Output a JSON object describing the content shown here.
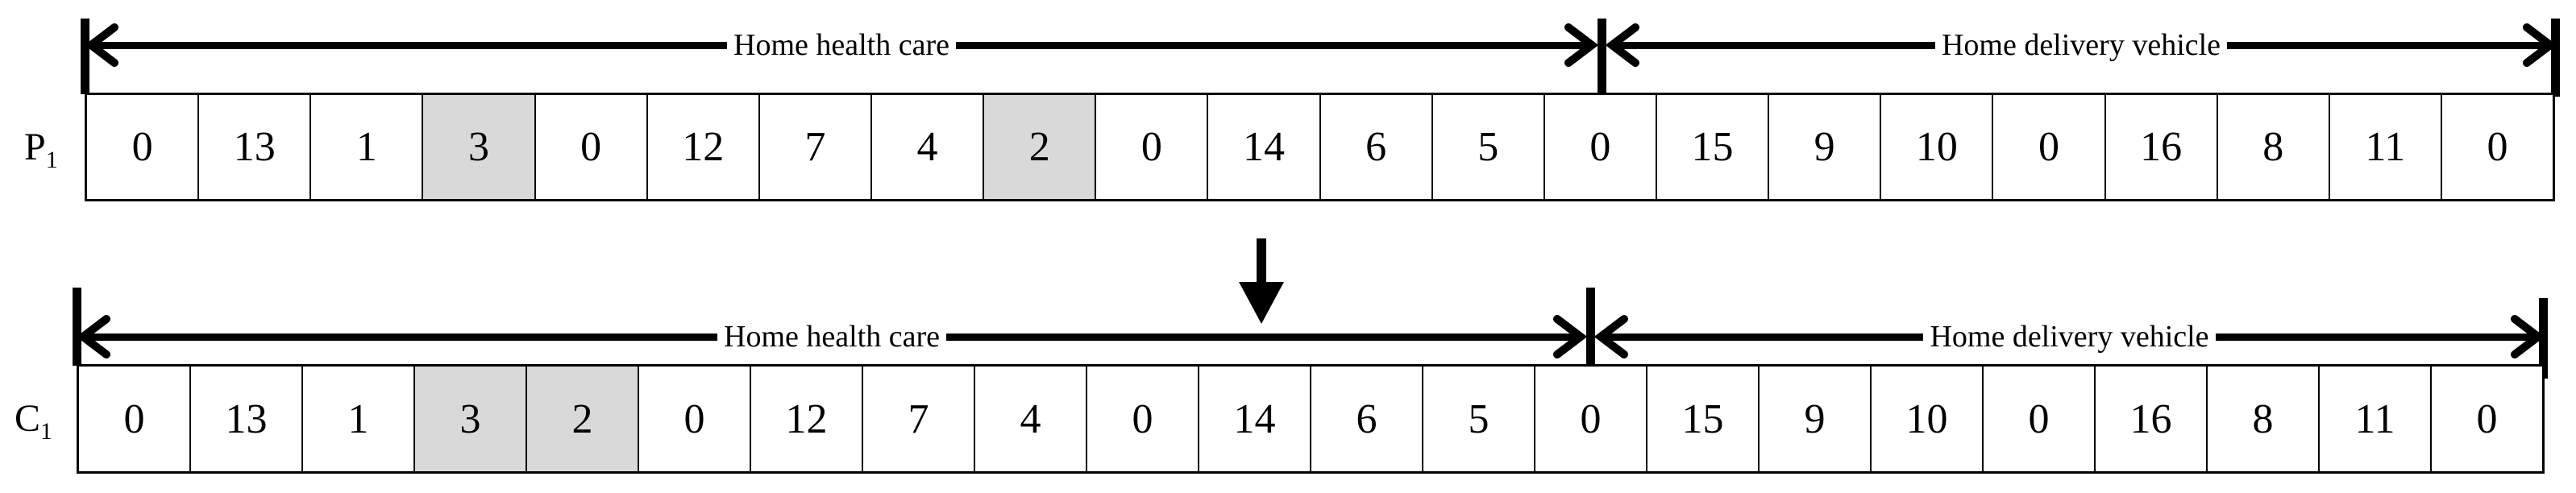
{
  "figure": {
    "rows": [
      {
        "label": "P",
        "label_sub": "1",
        "left_span_label": "Home health care",
        "right_span_label": "Home delivery vehicle",
        "cells": [
          {
            "value": "0",
            "shaded": false
          },
          {
            "value": "13",
            "shaded": false
          },
          {
            "value": "1",
            "shaded": false
          },
          {
            "value": "3",
            "shaded": true
          },
          {
            "value": "0",
            "shaded": false
          },
          {
            "value": "12",
            "shaded": false
          },
          {
            "value": "7",
            "shaded": false
          },
          {
            "value": "4",
            "shaded": false
          },
          {
            "value": "2",
            "shaded": true
          },
          {
            "value": "0",
            "shaded": false
          },
          {
            "value": "14",
            "shaded": false
          },
          {
            "value": "6",
            "shaded": false
          },
          {
            "value": "5",
            "shaded": false
          },
          {
            "value": "0",
            "shaded": false
          },
          {
            "value": "15",
            "shaded": false
          },
          {
            "value": "9",
            "shaded": false
          },
          {
            "value": "10",
            "shaded": false
          },
          {
            "value": "0",
            "shaded": false
          },
          {
            "value": "16",
            "shaded": false
          },
          {
            "value": "8",
            "shaded": false
          },
          {
            "value": "11",
            "shaded": false
          },
          {
            "value": "0",
            "shaded": false
          }
        ]
      },
      {
        "label": "C",
        "label_sub": "1",
        "left_span_label": "Home health care",
        "right_span_label": "Home delivery vehicle",
        "cells": [
          {
            "value": "0",
            "shaded": false
          },
          {
            "value": "13",
            "shaded": false
          },
          {
            "value": "1",
            "shaded": false
          },
          {
            "value": "3",
            "shaded": true
          },
          {
            "value": "2",
            "shaded": true
          },
          {
            "value": "0",
            "shaded": false
          },
          {
            "value": "12",
            "shaded": false
          },
          {
            "value": "7",
            "shaded": false
          },
          {
            "value": "4",
            "shaded": false
          },
          {
            "value": "0",
            "shaded": false
          },
          {
            "value": "14",
            "shaded": false
          },
          {
            "value": "6",
            "shaded": false
          },
          {
            "value": "5",
            "shaded": false
          },
          {
            "value": "0",
            "shaded": false
          },
          {
            "value": "15",
            "shaded": false
          },
          {
            "value": "9",
            "shaded": false
          },
          {
            "value": "10",
            "shaded": false
          },
          {
            "value": "0",
            "shaded": false
          },
          {
            "value": "16",
            "shaded": false
          },
          {
            "value": "8",
            "shaded": false
          },
          {
            "value": "11",
            "shaded": false
          },
          {
            "value": "0",
            "shaded": false
          }
        ]
      }
    ],
    "icons": {
      "dimension_arrowhead_left": "bold left chevron",
      "dimension_arrowhead_right": "bold right chevron",
      "mutation_arrow": "solid down arrow"
    },
    "colors": {
      "ink": "#000000",
      "shaded_cell": "#d9d9d9",
      "background": "#ffffff"
    }
  }
}
